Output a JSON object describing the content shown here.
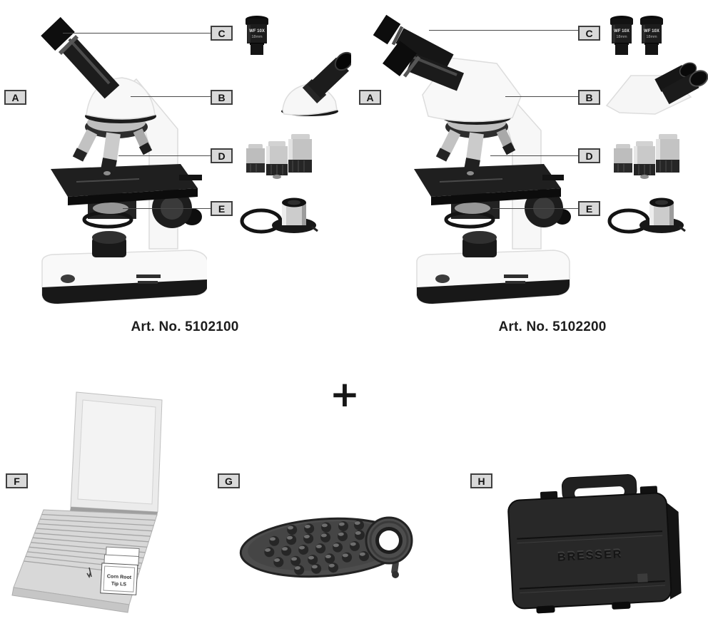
{
  "figures": {
    "left": {
      "art_no": "Art. No. 5102100"
    },
    "right": {
      "art_no": "Art. No. 5102200"
    }
  },
  "callout_labels": {
    "A": "A",
    "B": "B",
    "C": "C",
    "D": "D",
    "E": "E",
    "F": "F",
    "G": "G",
    "H": "H"
  },
  "plus_sign": "+",
  "eyepiece_marking": {
    "line1": "WF 10X",
    "line2": "18mm"
  },
  "slide_box_label": {
    "line1": "Corn Root",
    "line2": "Tip LS"
  },
  "case_brand": "BRESSER",
  "colors": {
    "label_box_bg": "#d9d9d9",
    "label_box_border": "#3f3f3f",
    "leader_line": "#4a4a4a",
    "text": "#1d1d1d"
  }
}
